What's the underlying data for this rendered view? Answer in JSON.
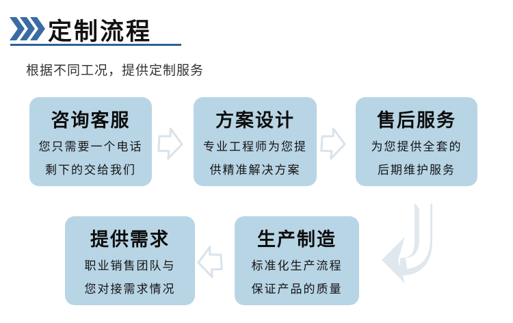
{
  "header": {
    "title": "定制流程",
    "subtitle": "根据不同工况，提供定制服务",
    "accent_color": "#3a6ba3",
    "underline_color": "#2e6096",
    "icon": "triple-chevron-right-icon"
  },
  "flow": {
    "box_fill_color": "#b8d5e5",
    "arrow_stroke_color": "#d8e3ec",
    "arrow_fill_color": "#ffffff",
    "curved_arrow_color": "#dfe8ee",
    "steps": [
      {
        "title": "咨询客服",
        "lines": [
          "您只需要一个电话",
          "剩下的交给我们"
        ]
      },
      {
        "title": "方案设计",
        "lines": [
          "专业工程师为您提",
          "供精准解决方案"
        ]
      },
      {
        "title": "售后服务",
        "lines": [
          "为您提供全套的",
          "后期维护服务"
        ]
      },
      {
        "title": "提供需求",
        "lines": [
          "职业销售团队与",
          "您对接需求情况"
        ]
      },
      {
        "title": "生产制造",
        "lines": [
          "标准化生产流程",
          "保证产品的质量"
        ]
      }
    ],
    "connectors": [
      "right-arrow between step 1 and step 2",
      "right-arrow between step 2 and step 3",
      "curved-down-left-arrow from row 1 to row 2",
      "left-arrow between step 5 and step 4"
    ]
  }
}
